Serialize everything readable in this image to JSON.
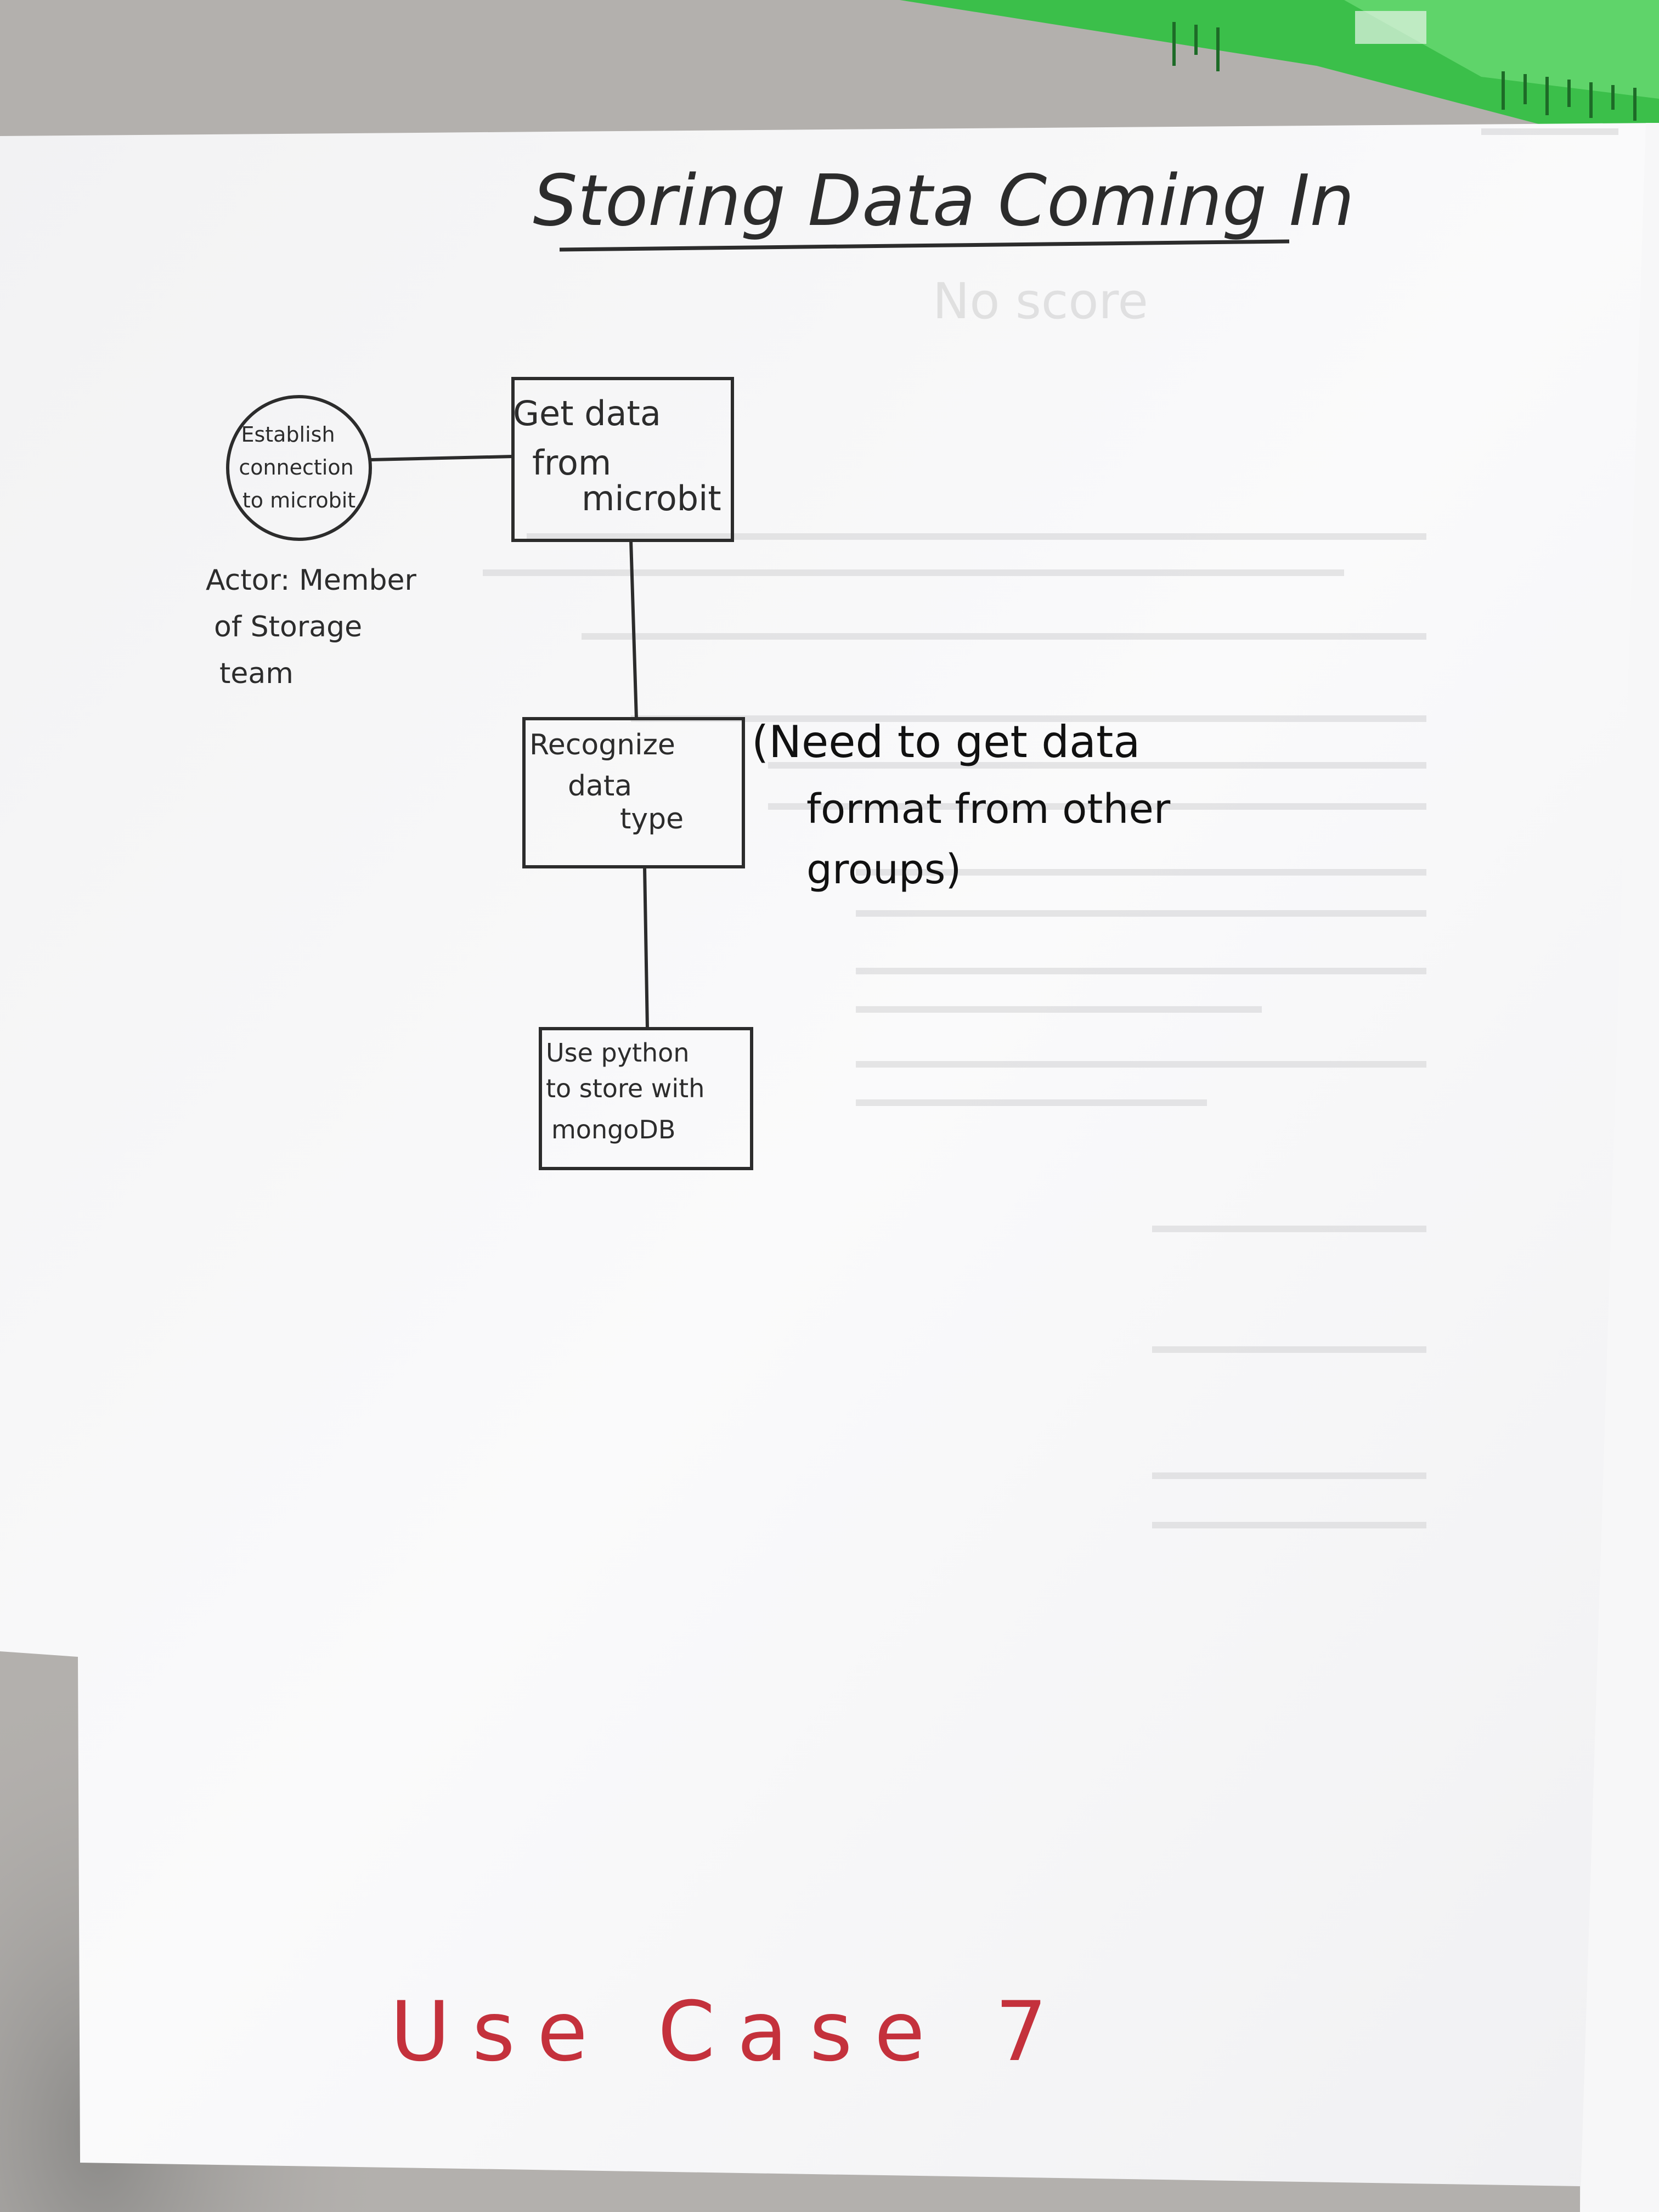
{
  "diagram": {
    "title": "Storing Data Coming In",
    "ghost_heading": "No score",
    "actor_circle": [
      "Establish",
      "connection",
      "to microbit"
    ],
    "actor_label": [
      "Actor: Member",
      "of Storage",
      "team"
    ],
    "boxes": [
      {
        "lines": [
          "Get data",
          "from",
          "microbit"
        ]
      },
      {
        "lines": [
          "Recognize",
          "data",
          "type"
        ]
      },
      {
        "lines": [
          "Use python",
          "to store with",
          "mongoDB"
        ]
      }
    ],
    "note": [
      "(Need to get data",
      "format from other",
      "groups)"
    ],
    "footer": "Use Case 7"
  },
  "colors": {
    "background": "#b3b0ad",
    "paper": "#f7f7f8",
    "ink": "#2c2c2c",
    "red_ink": "#c4313c",
    "ruler_green": "#3bbf4a"
  }
}
